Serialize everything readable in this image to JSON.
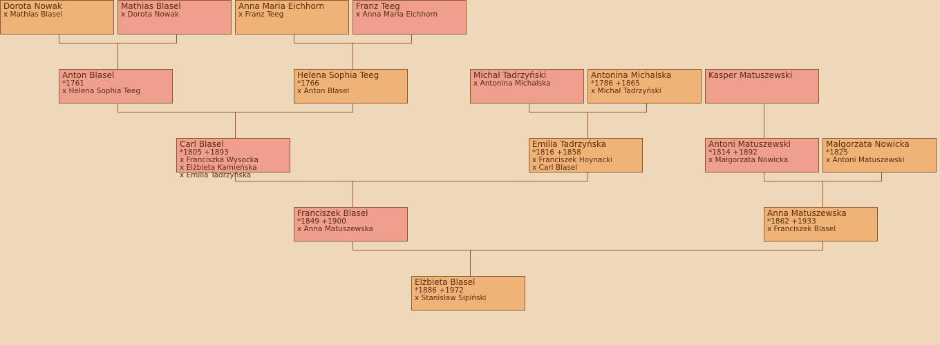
{
  "people": [
    {
      "id": "dorota-nowak",
      "name": "Dorota Nowak",
      "lines": [
        "x Mathias Blasel"
      ],
      "sex": "f"
    },
    {
      "id": "mathias-blasel",
      "name": "Mathias Blasel",
      "lines": [
        "x Dorota Nowak"
      ],
      "sex": "m"
    },
    {
      "id": "anna-maria-eichhorn",
      "name": "Anna Maria Eichhorn",
      "lines": [
        "x Franz Teeg"
      ],
      "sex": "f"
    },
    {
      "id": "franz-teeg",
      "name": "Franz Teeg",
      "lines": [
        "x Anna Maria Eichhorn"
      ],
      "sex": "m"
    },
    {
      "id": "anton-blasel",
      "name": "Anton Blasel",
      "lines": [
        "*1761",
        "x Helena Sophia Teeg"
      ],
      "sex": "m"
    },
    {
      "id": "helena-sophia-teeg",
      "name": "Helena Sophia Teeg",
      "lines": [
        "*1766",
        "x Anton Blasel"
      ],
      "sex": "f"
    },
    {
      "id": "michal-tadrzynski",
      "name": "Michał Tadrzyński",
      "lines": [
        "x Antonina Michalska"
      ],
      "sex": "m"
    },
    {
      "id": "antonina-michalska",
      "name": "Antonina Michalska",
      "lines": [
        "*1786 +1865",
        "x Michał Tadrzyński"
      ],
      "sex": "f"
    },
    {
      "id": "kasper-matuszewski",
      "name": "Kasper Matuszewski",
      "lines": [],
      "sex": "m"
    },
    {
      "id": "carl-blasel",
      "name": "Carl Blasel",
      "lines": [
        "*1805 +1893",
        "x Franciszka Wysocka",
        "x Elżbieta Kamieńska",
        "x Emilia Tadrzyńska"
      ],
      "sex": "m"
    },
    {
      "id": "emilia-tadrzynska",
      "name": "Emilia Tadrzyńska",
      "lines": [
        "*1816 +1858",
        "x Franciszek Hoynacki",
        "x Carl Blasel"
      ],
      "sex": "f"
    },
    {
      "id": "antoni-matuszewski",
      "name": "Antoni Matuszewski",
      "lines": [
        "*1814 +1892",
        "x Małgorzata Nowicka"
      ],
      "sex": "m"
    },
    {
      "id": "malgorzata-nowicka",
      "name": "Małgorzata Nowicka",
      "lines": [
        "*1825",
        "x Antoni Matuszewski"
      ],
      "sex": "f"
    },
    {
      "id": "franciszek-blasel",
      "name": "Franciszek Blasel",
      "lines": [
        "*1849 +1900",
        "x Anna Matuszewska"
      ],
      "sex": "m"
    },
    {
      "id": "anna-matuszewska",
      "name": "Anna Matuszewska",
      "lines": [
        "*1862 +1933",
        "x Franciszek Blasel"
      ],
      "sex": "f"
    },
    {
      "id": "elzbieta-blasel",
      "name": "Elżbieta Blasel",
      "lines": [
        "*1886 +1972",
        "x Stanisław Sipiński"
      ],
      "sex": "f"
    }
  ],
  "colors": {
    "female": "#efb277",
    "male": "#ef9f8c",
    "background": "#eed8b9",
    "line": "#8a5a30",
    "text": "#5a2f10"
  }
}
